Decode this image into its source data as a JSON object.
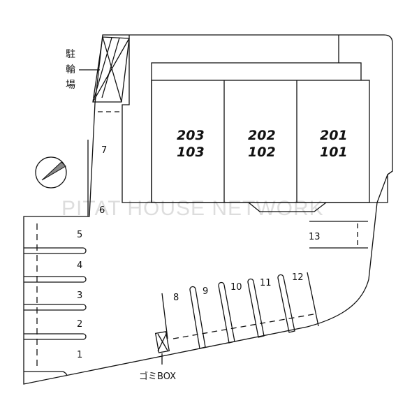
{
  "bicycle_parking": [
    "駐",
    "輪",
    "場"
  ],
  "units": [
    {
      "upper": "203",
      "lower": "103"
    },
    {
      "upper": "202",
      "lower": "102"
    },
    {
      "upper": "201",
      "lower": "101"
    }
  ],
  "spaces": [
    "1",
    "2",
    "3",
    "4",
    "5",
    "6",
    "7",
    "8",
    "9",
    "10",
    "11",
    "12",
    "13"
  ],
  "garbage_box_label": "ゴミBOX",
  "watermark": "PITAT HOUSE NETWORK",
  "compass_icon": "north-arrow-icon"
}
